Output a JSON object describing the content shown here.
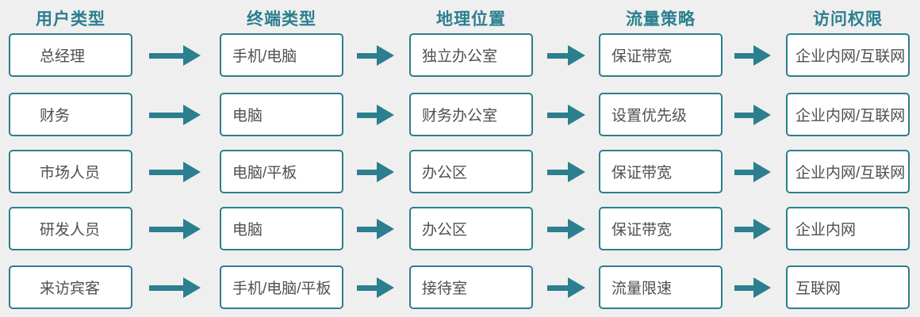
{
  "columns": [
    "用户类型",
    "终端类型",
    "地理位置",
    "流量策略",
    "访问权限"
  ],
  "rows": [
    [
      "总经理",
      "手机/电脑",
      "独立办公室",
      "保证带宽",
      "企业内网/互联网"
    ],
    [
      "财务",
      "电脑",
      "财务办公室",
      "设置优先级",
      "企业内网/互联网"
    ],
    [
      "市场人员",
      "电脑/平板",
      "办公区",
      "保证带宽",
      "企业内网/互联网"
    ],
    [
      "研发人员",
      "电脑",
      "办公区",
      "保证带宽",
      "企业内网"
    ],
    [
      "来访宾客",
      "手机/电脑/平板",
      "接待室",
      "流量限速",
      "互联网"
    ]
  ],
  "colors": {
    "accent": "#2b7f8e",
    "box-text": "#4f4f4f",
    "page-bg": "#f0efef",
    "box-bg": "#ffffff"
  }
}
